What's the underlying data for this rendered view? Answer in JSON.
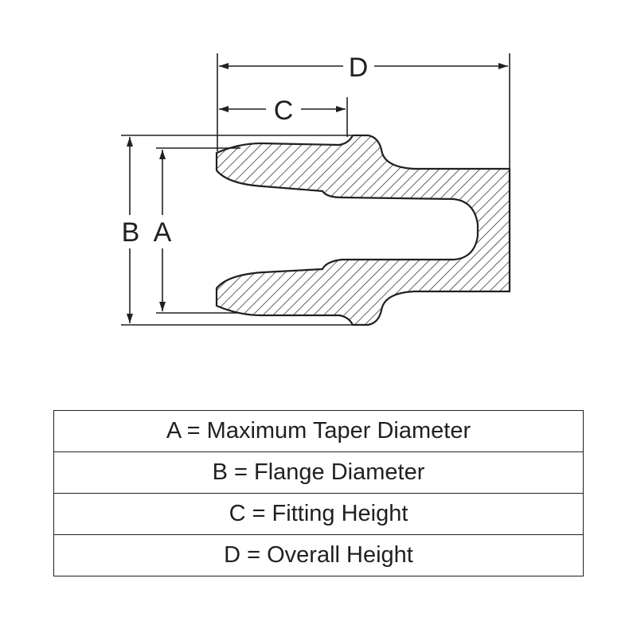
{
  "diagram": {
    "labels": {
      "a": "A",
      "b": "B",
      "c": "C",
      "d": "D"
    }
  },
  "legend": {
    "rows": [
      {
        "text": "A = Maximum Taper Diameter"
      },
      {
        "text": "B = Flange Diameter"
      },
      {
        "text": "C = Fitting Height"
      },
      {
        "text": "D = Overall Height"
      }
    ]
  },
  "colors": {
    "ink": "#231f20",
    "background": "#ffffff"
  }
}
